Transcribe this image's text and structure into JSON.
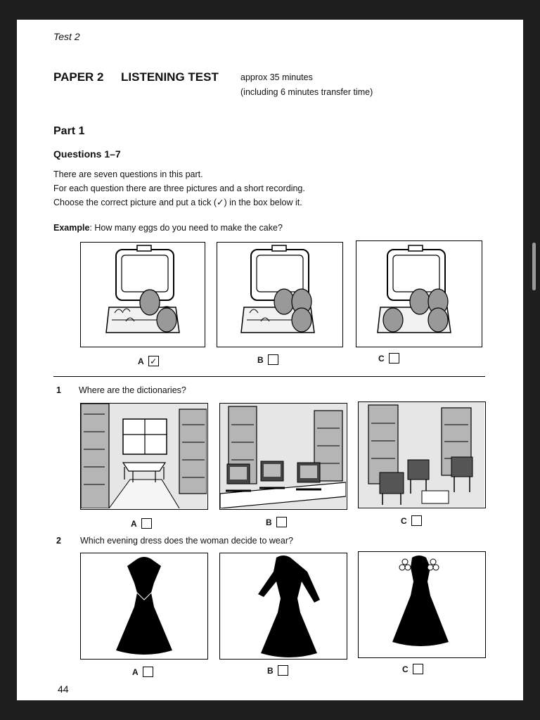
{
  "header": {
    "test": "Test 2",
    "paper": "PAPER 2",
    "title": "LISTENING TEST",
    "approx": "approx 35 minutes",
    "including": "(including 6 minutes transfer time)"
  },
  "part": {
    "title": "Part 1",
    "questions": "Questions 1–7"
  },
  "instructions": [
    "There are seven questions in this part.",
    "For each question there are three pictures and a short recording.",
    "Choose the correct picture and put a tick (✓) in the box below it."
  ],
  "example": {
    "label": "Example",
    "question": ": How many eggs do you need to make the cake?",
    "options": [
      "A",
      "B",
      "C"
    ],
    "ticked": "✓"
  },
  "question1": {
    "number": "1",
    "text": "Where are the dictionaries?",
    "options": [
      "A",
      "B",
      "C"
    ]
  },
  "question2": {
    "number": "2",
    "text": "Which evening dress does the woman decide to wear?",
    "options": [
      "A",
      "B",
      "C"
    ]
  },
  "page_number": "44"
}
